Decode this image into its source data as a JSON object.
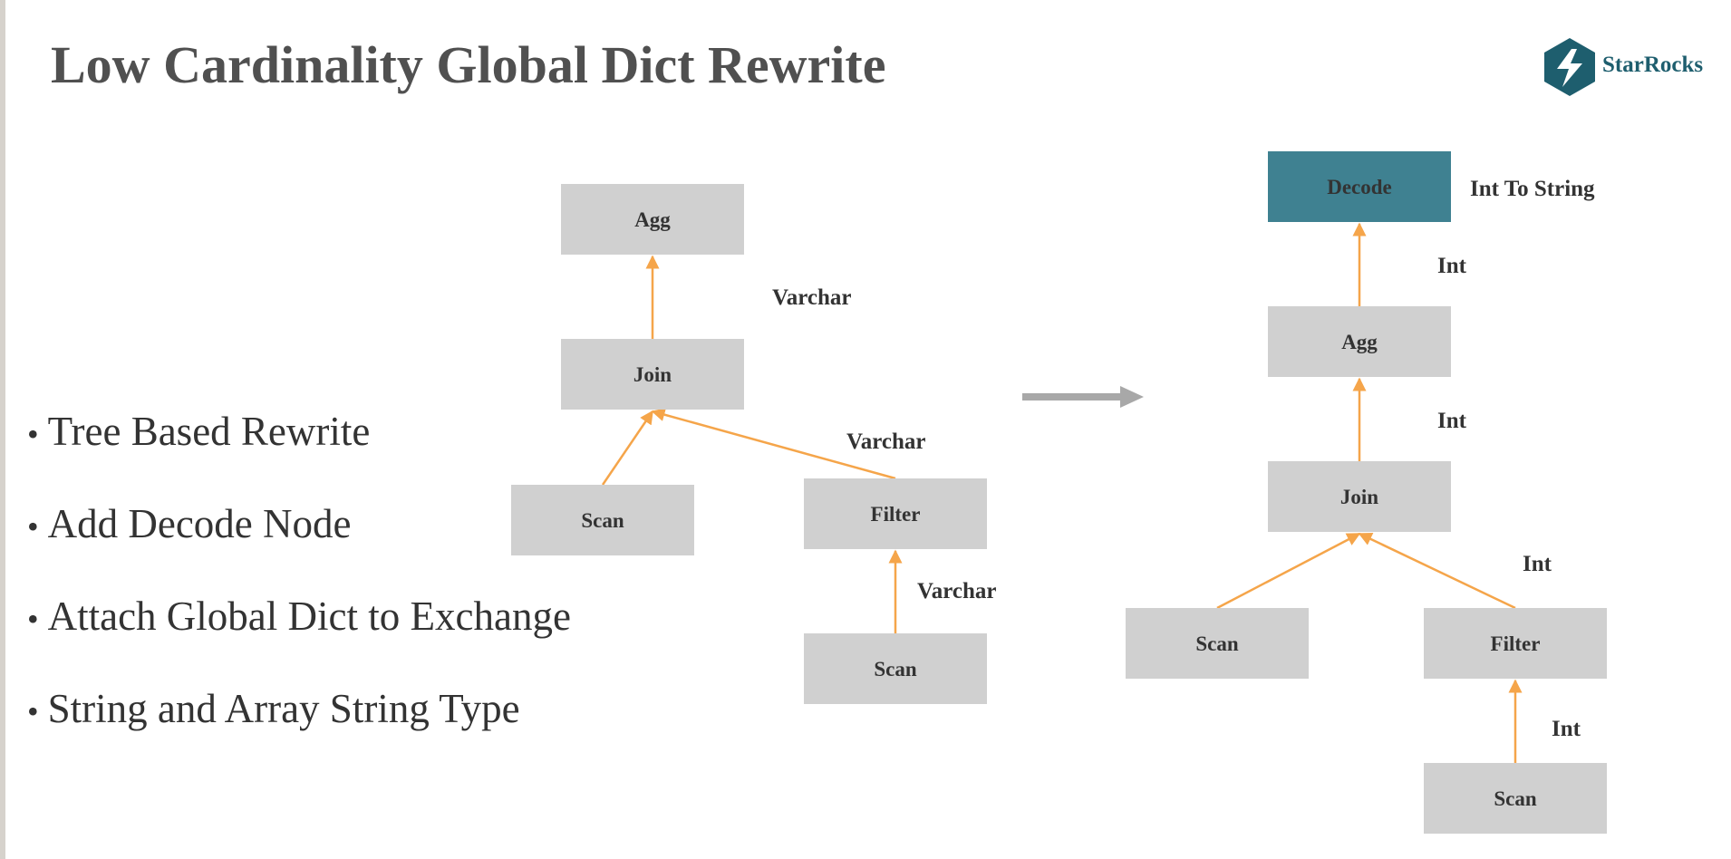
{
  "slide": {
    "title": "Low Cardinality Global Dict Rewrite",
    "brand": "StarRocks",
    "accent_color": "#f5b700",
    "decode_color": "#3f8191",
    "node_color": "#d0d0d0",
    "edge_color": "#f5a54a",
    "arrow_color": "#a8a8a8",
    "logo_icon": "starrocks-logo-icon"
  },
  "bullets": [
    "Tree Based Rewrite",
    "Add Decode Node",
    "Attach Global Dict to Exchange",
    "String and Array String Type"
  ],
  "before_tree": {
    "nodes": [
      {
        "id": "agg",
        "label": "Agg"
      },
      {
        "id": "join",
        "label": "Join"
      },
      {
        "id": "scan1",
        "label": "Scan"
      },
      {
        "id": "filter",
        "label": "Filter"
      },
      {
        "id": "scan2",
        "label": "Scan"
      }
    ],
    "edges": [
      {
        "from": "join",
        "to": "agg",
        "label": "Varchar"
      },
      {
        "from": "scan1",
        "to": "join",
        "label": ""
      },
      {
        "from": "filter",
        "to": "join",
        "label": "Varchar"
      },
      {
        "from": "scan2",
        "to": "filter",
        "label": "Varchar"
      }
    ]
  },
  "after_tree": {
    "nodes": [
      {
        "id": "decode",
        "label": "Decode",
        "highlight": true
      },
      {
        "id": "agg",
        "label": "Agg"
      },
      {
        "id": "join",
        "label": "Join"
      },
      {
        "id": "scan1",
        "label": "Scan"
      },
      {
        "id": "filter",
        "label": "Filter"
      },
      {
        "id": "scan2",
        "label": "Scan"
      }
    ],
    "decode_note": "Int To String",
    "edges": [
      {
        "from": "agg",
        "to": "decode",
        "label": "Int"
      },
      {
        "from": "join",
        "to": "agg",
        "label": "Int"
      },
      {
        "from": "scan1",
        "to": "join",
        "label": ""
      },
      {
        "from": "filter",
        "to": "join",
        "label": "Int"
      },
      {
        "from": "scan2",
        "to": "filter",
        "label": "Int"
      }
    ]
  }
}
